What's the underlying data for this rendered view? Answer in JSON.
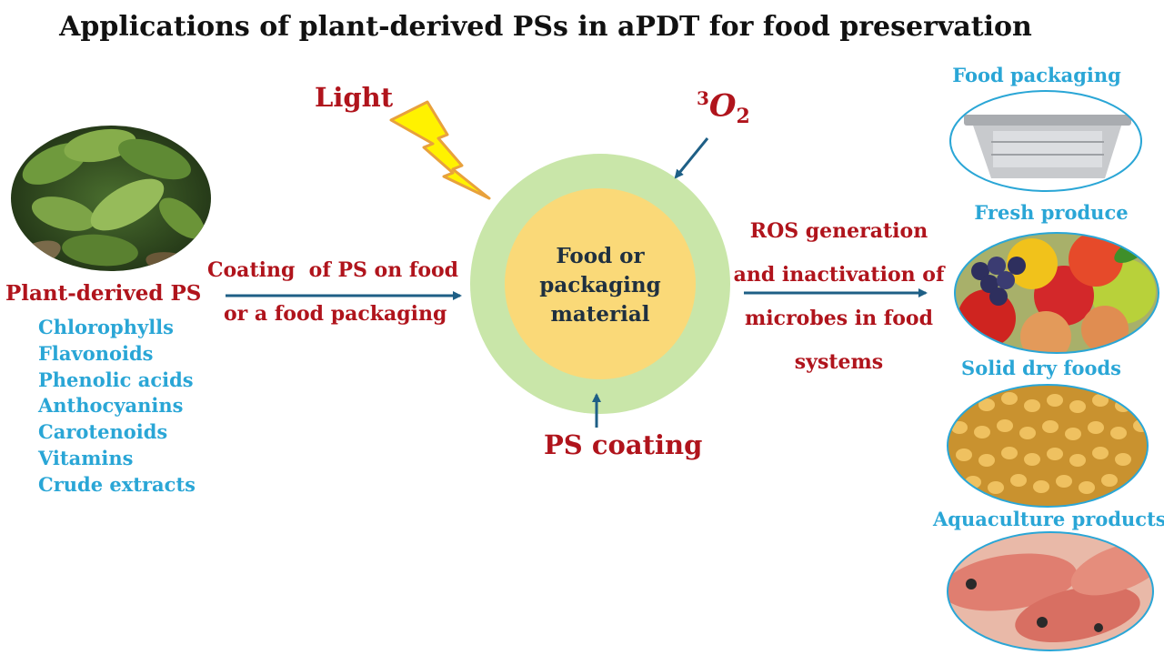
{
  "title": "Applications of plant-derived PSs in aPDT for food preservation",
  "light_label": "Light",
  "oxygen_label": {
    "base": "O",
    "superscript": "3",
    "subscript": "2"
  },
  "center_label": {
    "line1": "Food or",
    "line2": "packaging",
    "line3": "material"
  },
  "coating_label": "PS coating",
  "left_arrow_text": {
    "line1": "Coating  of PS on food",
    "line2": "or a food packaging"
  },
  "right_arrow_text": {
    "line1": "ROS generation",
    "line2": "and inactivation of",
    "line3": "microbes in food",
    "line4": "systems"
  },
  "plant_section": {
    "heading": "Plant-derived PS",
    "items": [
      "Chlorophylls",
      "Flavonoids",
      "Phenolic acids",
      "Anthocyanins",
      "Carotenoids",
      "Vitamins",
      "Crude extracts"
    ]
  },
  "applications": [
    {
      "label": "Food packaging",
      "image": "aluminum-tray"
    },
    {
      "label": "Fresh produce",
      "image": "fruits-vegetables"
    },
    {
      "label": "Solid dry foods",
      "image": "corn-kernels"
    },
    {
      "label": "Aquaculture products",
      "image": "tilapia-fish"
    }
  ],
  "colors": {
    "red_text": "#b0141c",
    "blue_text": "#2aa6d6",
    "arrow": "#1e5f86",
    "outer_ring": "#c9e6a9",
    "inner_circle": "#fad978",
    "lightning": "#fff200"
  }
}
